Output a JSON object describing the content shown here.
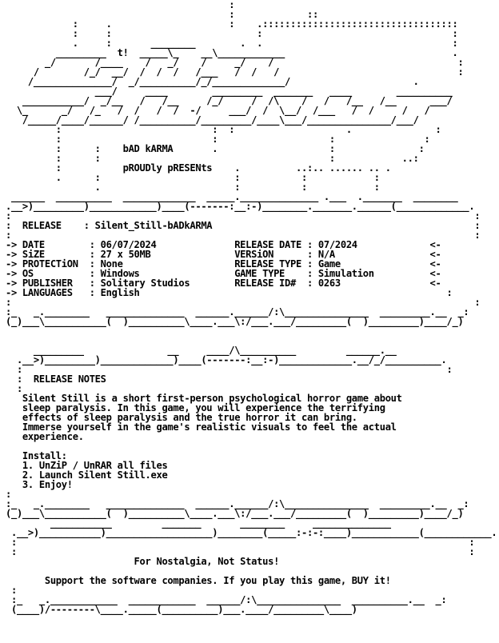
{
  "art": {
    "logo": [
      "                                         :",
      "                                         :             ::",
      "             :     .                     :    .:::::::::::::::::::::::::::::::::::",
      "             :     :                          :                                  :",
      "             .     :       ________        .  .                                  :",
      "          _________  t!  _____\\_    __\\____________                              .",
      "        _/       /____    /   _/    /     _/    /                                 :",
      "      /        /_/  __/  /  /  /   /___   /  /   /                                :",
      "     /______________/  _/__________/_/_____________/                      .",
      "                 ___/     ____        _________  _______   ____        __________",
      "    ___________/  _/__   /   /__     /_/     /  /\\    /   /   /__   /__      ___/",
      "   \\_      _/   /_   /  /   /  /  -/     ___/  /  \\__/  /___   /  /     /   /",
      "    /_____/____/______/ /__________/_________/____\\___/_______________/___/",
      "          :                           :  :                    .               :",
      "          :                           :                    :                :",
      "          :      :    bAD kARMA       .                    :               :",
      "          :      :                                         :            ..:",
      "          :           pROUDly pRESENts    .          ..:.. ...... .. .",
      "          .      :                        :           :            :",
      "                 .                        :           :            :"
    ],
    "release_box": [
      "  ______  __________  _____________  _____.______________ .___  ._______  ________",
      " .__>)_________)____________)____(-------:__:-)________._______.______(_____________.",
      " :                                                                                   :",
      " :  RELEASE    : Silent_Still-bADkARMA                                               :",
      " :                                                                                   :",
      " -> DATE        : 06/07/2024              RELEASE DATE : 07/2024             <-",
      " -> SiZE        : 27 x 50MB               VERSiON      : N/A                 <-",
      " -> PROTECTiON  : None                    RELEASE TYPE : Game                <-",
      " -> OS          : Windows                 GAME TYPE    : Simulation          <-",
      " -> PUBLISHER   : Solitary Studios        RELEASE ID#  : 0263                <-",
      " -> LANGUAGES   : English                                                       :",
      " :                                                                                   :",
      " :_   _.________   ______________  ______.______/:\\_______________  _________.__  _:",
      " (_)___\\___________(  )__________\\____.___\\:/___.___/_________(  )_________)____/_)"
    ],
    "notes_box_top": [
      "",
      "",
      "      _________               __     ____/\\__________         ______.__",
      "   .__>)_________)_____________)____(-------:__:-)_____________.__/_/__________.",
      "   :                                                                            :",
      "   :  RELEASE NOTES",
      "   :"
    ],
    "notes_body": [
      "Silent Still is a short first-person psychological horror game about",
      "sleep paralysis. In this game, you will experience the terrifying",
      "effects of sleep paralysis and the true horror it can bring.",
      "Immerse yourself in the game's realistic visuals to feel the actual",
      "experience.",
      "",
      "Install:",
      "1. UnZiP / UnRAR all files",
      "2. Launch Silent Still.exe",
      "3. Enjoy!"
    ],
    "notes_box_bottom": [
      " :",
      " :_   _.________   ______________  ______.______/:\\_______________  _________.__  _:",
      " (_)___\\___________(  )__________\\____.___\\:/___.___/_________(  )_________)____/_)"
    ],
    "footer_top": [
      "         ___________         _______       ________     ______________",
      "  .__>)___________)___________________)________(_____:-:-:____)____________(____________.",
      "  :                                                                                 :",
      "  :                                                                                 :"
    ],
    "footer_lines": [
      "For Nostalgia, Not Status!",
      "",
      "Support the software companies. If you play this game, BUY it!"
    ],
    "footer_bottom": [
      "  :",
      "  :_   _.____________  ____________  ______/:\\_______________  __________.__  _:",
      "  (____)/--------\\____._____(__________)___.____/_________\\____)"
    ]
  }
}
